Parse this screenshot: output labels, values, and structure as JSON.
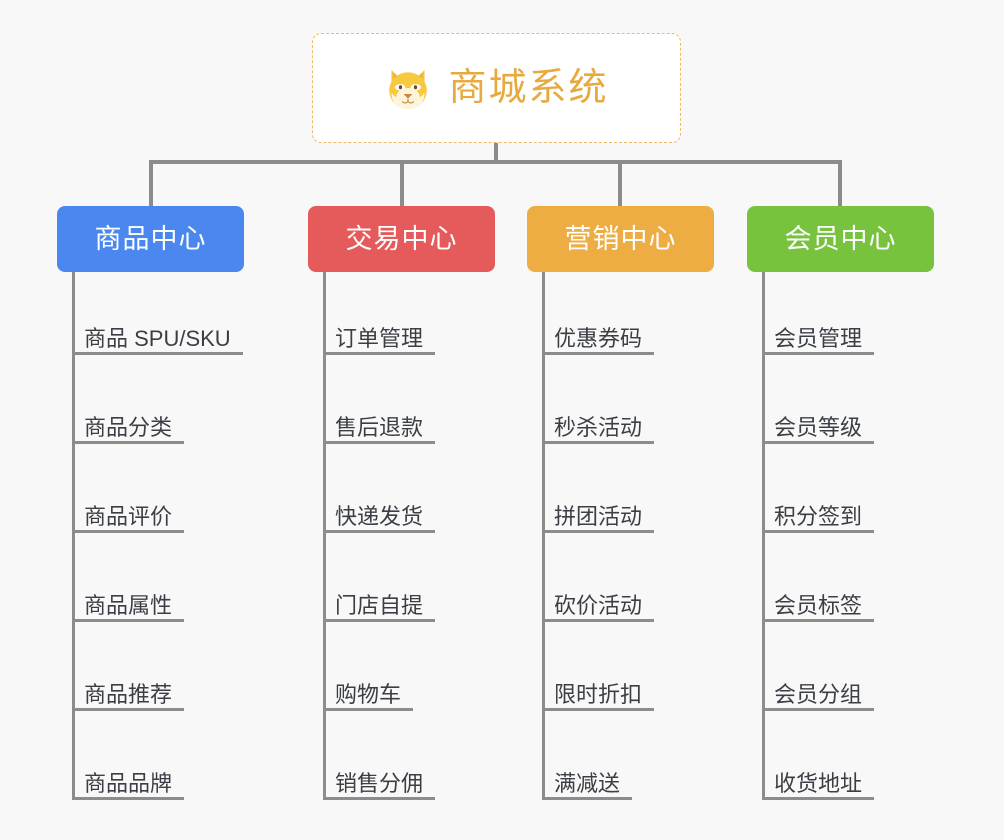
{
  "background_color": "#f8f8f8",
  "connector_color": "#8c8c8c",
  "root": {
    "title": "商城系统",
    "icon": "shiba-dog-face-icon",
    "text_color": "#e8a93e",
    "border_color": "#edbb63",
    "background_color": "#ffffff"
  },
  "categories": [
    {
      "label": "商品中心",
      "color": "#4a88f0",
      "items": [
        "商品 SPU/SKU",
        "商品分类",
        "商品评价",
        "商品属性",
        "商品推荐",
        "商品品牌"
      ]
    },
    {
      "label": "交易中心",
      "color": "#e55a5a",
      "items": [
        "订单管理",
        "售后退款",
        "快递发货",
        "门店自提",
        "购物车",
        "销售分佣"
      ]
    },
    {
      "label": "营销中心",
      "color": "#eead43",
      "items": [
        "优惠券码",
        "秒杀活动",
        "拼团活动",
        "砍价活动",
        "限时折扣",
        "满减送"
      ]
    },
    {
      "label": "会员中心",
      "color": "#78c33e",
      "items": [
        "会员管理",
        "会员等级",
        "积分签到",
        "会员标签",
        "会员分组",
        "收货地址"
      ]
    }
  ]
}
